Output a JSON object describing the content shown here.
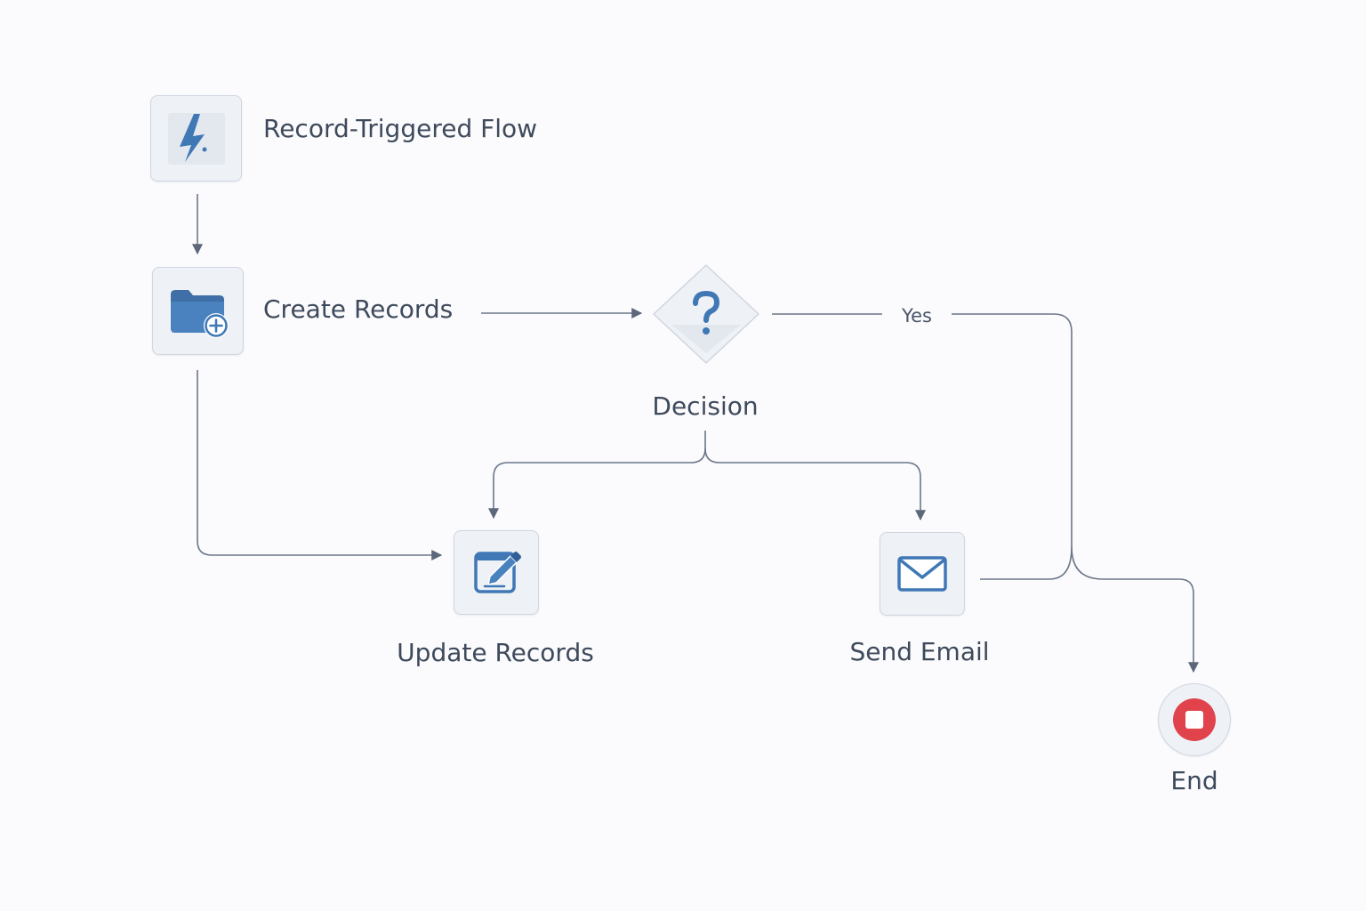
{
  "nodes": {
    "trigger": {
      "label": "Record-Triggered Flow",
      "icon": "lightning-bolt-icon"
    },
    "create": {
      "label": "Create Records",
      "icon": "folder-plus-icon"
    },
    "decision": {
      "label": "Decision",
      "icon": "question-mark-icon"
    },
    "update": {
      "label": "Update Records",
      "icon": "edit-note-icon"
    },
    "email": {
      "label": "Send Email",
      "icon": "envelope-icon"
    },
    "end": {
      "label": "End",
      "icon": "stop-icon"
    }
  },
  "edges": {
    "yes_label": "Yes"
  },
  "colors": {
    "accent": "#3f78b5",
    "connector": "#6b7689",
    "stop": "#e0434b"
  }
}
